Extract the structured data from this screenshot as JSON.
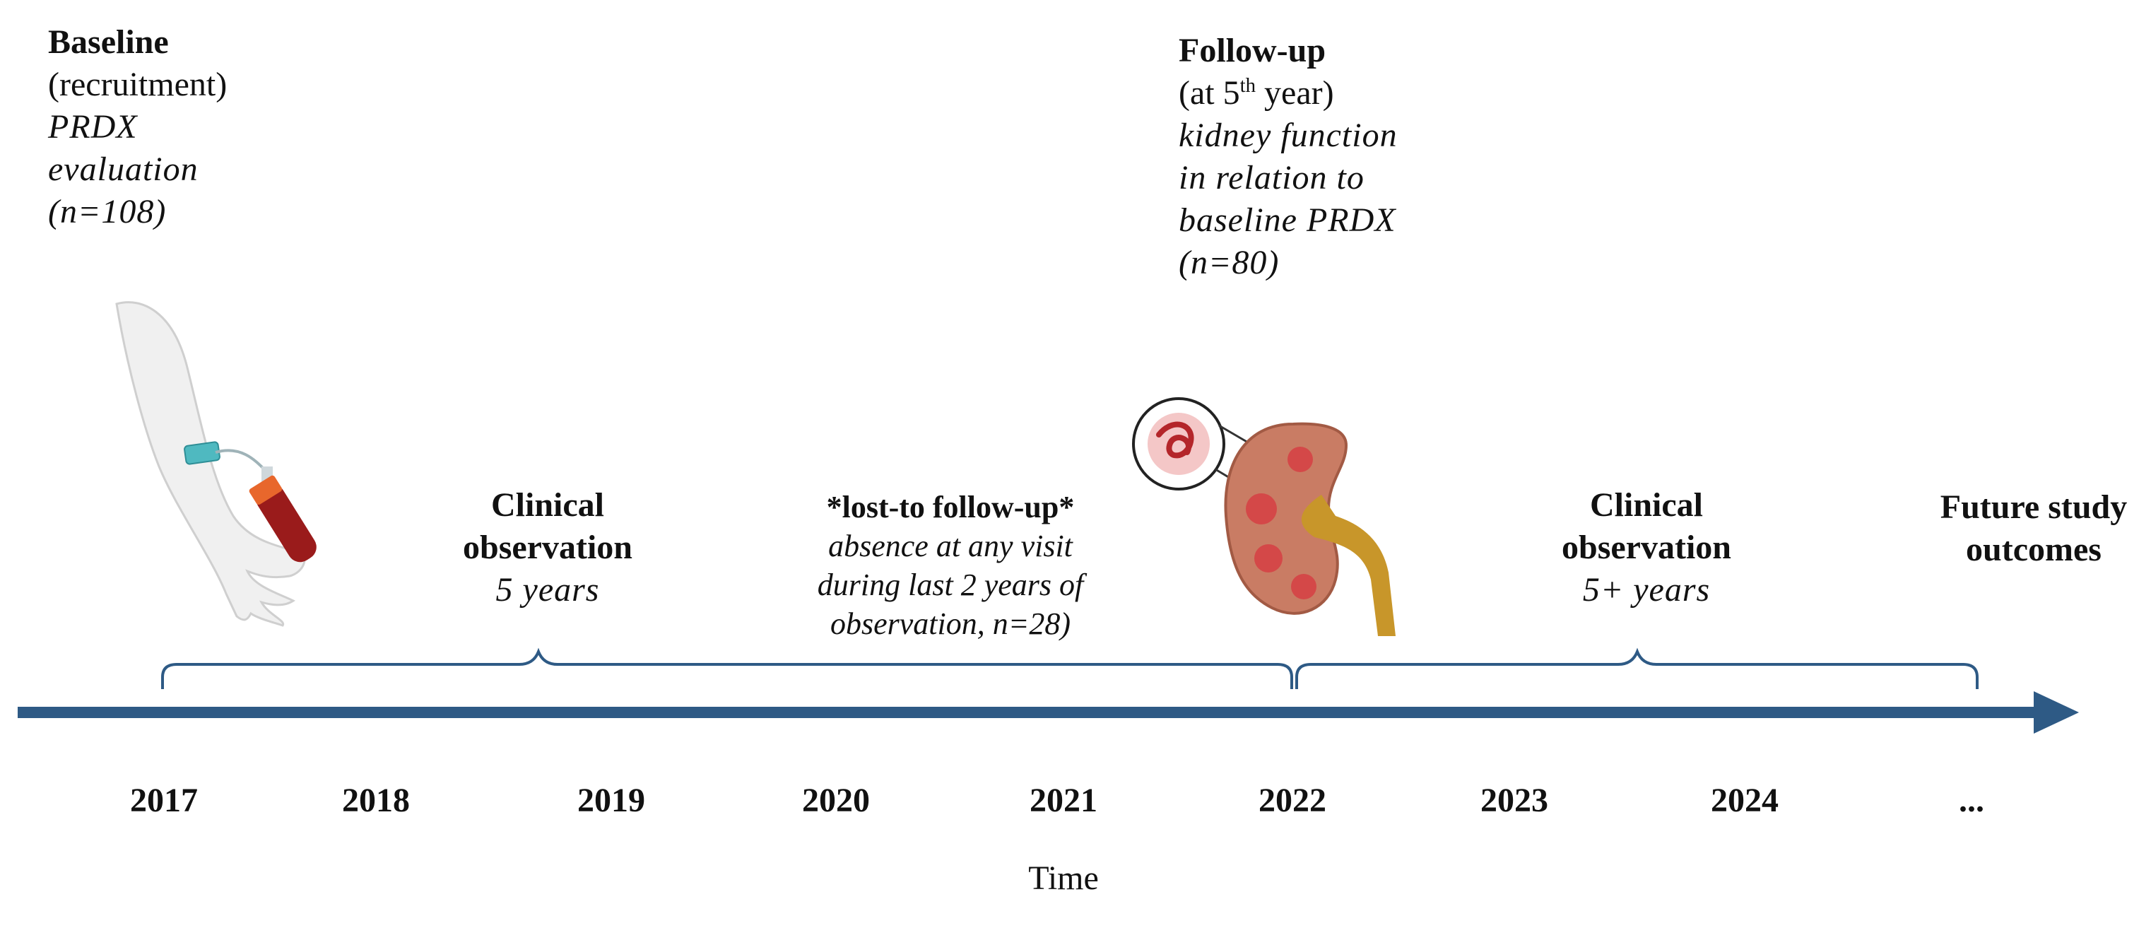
{
  "baseline": {
    "title": "Baseline",
    "line2": "(recruitment)",
    "line3": "PRDX",
    "line4": "evaluation",
    "line5": "(n=108)"
  },
  "followup": {
    "title": "Follow-up",
    "line2_pre": "(at 5",
    "line2_sup": "th",
    "line2_post": " year)",
    "line3": "kidney function",
    "line4": "in relation to",
    "line5": "baseline PRDX",
    "line6": "(n=80)"
  },
  "clinical_obs_1": {
    "line1": "Clinical",
    "line2": "observation",
    "line3": "5 years"
  },
  "lost": {
    "line1": "*lost-to follow-up*",
    "line2": "absence at any visit",
    "line3": "during last 2 years of",
    "line4": "observation, n=28)"
  },
  "clinical_obs_2": {
    "line1": "Clinical",
    "line2": "observation",
    "line3": "5+ years"
  },
  "future": {
    "line1": "Future study",
    "line2": "outcomes"
  },
  "timeline": {
    "years": [
      "2017",
      "2018",
      "2019",
      "2020",
      "2021",
      "2022",
      "2023",
      "2024",
      "..."
    ],
    "axis_title": "Time"
  },
  "colors": {
    "axis": "#2e5a85",
    "brace": "#2e5a85",
    "kidney": "#b86a52",
    "blood": "#9a1b1b"
  }
}
